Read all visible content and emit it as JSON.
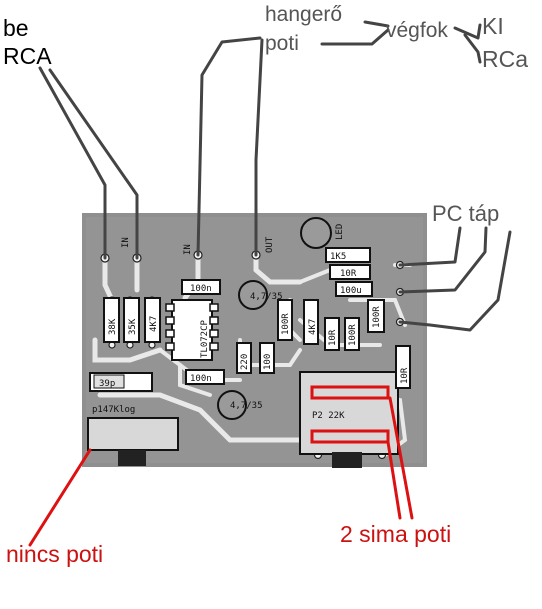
{
  "labels": {
    "in_rca_line1": "be",
    "in_rca_line2": "RCA",
    "volume_pot_line1": "hangerő",
    "volume_pot_line2": "poti",
    "power_amp": "végfok",
    "out_line1": "KI",
    "out_line2": "RCa",
    "pc_power": "PC táp",
    "no_pot": "nincs poti",
    "two_pots": "2 sima poti"
  },
  "pcb": {
    "in_left": "IN",
    "in_mid": "IN",
    "out": "OUT",
    "led": "LED",
    "r_1k5": "1K5",
    "r_10r_top": "10R",
    "c_100u_right": "100u",
    "r_100n_top": "100n",
    "c_4u7_top": "4,7/35",
    "ic": "TL072CP",
    "r_38k_1": "38K",
    "r_38k_2": "35K",
    "r_4k7_left": "4K7",
    "r_100r": "100R",
    "r_4k7_right": "4K7",
    "r_10r_mid": "10R",
    "r_100r_right": "100R",
    "r_100r_far": "100R",
    "c_220": "220",
    "c_100_small": "100",
    "c_100n_bottom": "100n",
    "c_4u7_bottom": "4,7/35",
    "c_39p": "39p",
    "pot_left": "p147Klog",
    "pot_right": "P2 22K",
    "r_10r_bottom": "10R"
  }
}
